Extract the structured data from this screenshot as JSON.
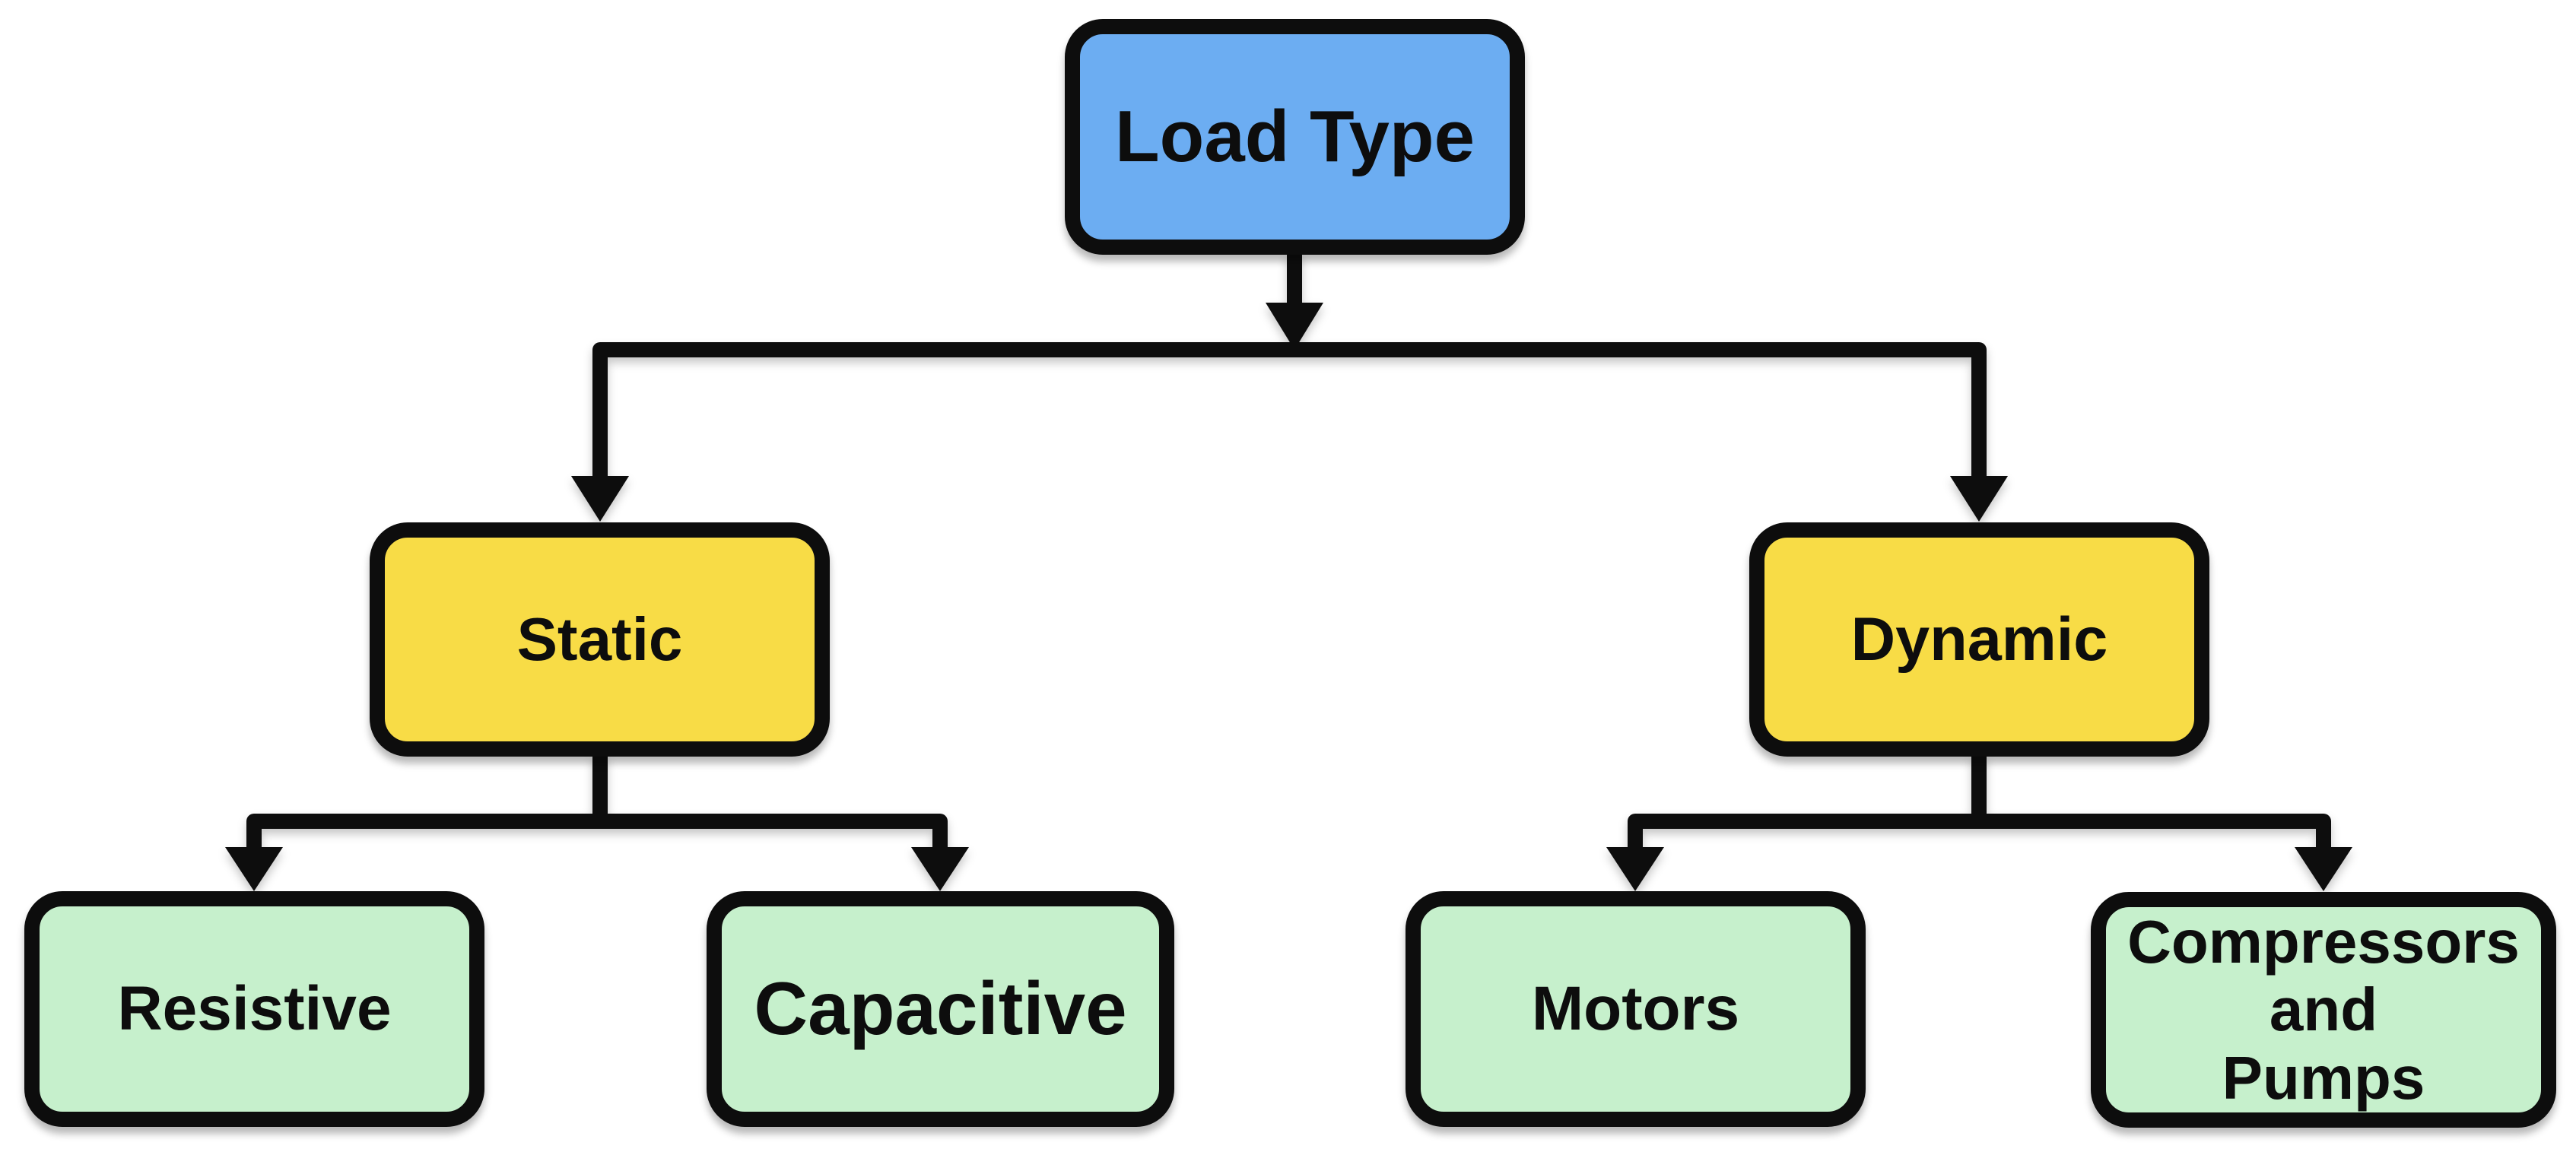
{
  "diagram": {
    "title": "Load Type",
    "type": "flowchart-tree",
    "colors": {
      "background": "#ffffff",
      "root_fill": "#6cadf2",
      "branch_fill": "#f8dc46",
      "leaf_fill": "#c6f0cc",
      "line": "#0d0d0d",
      "text": "#0d0d0d"
    },
    "nodes": {
      "load_type": {
        "label": "Load Type",
        "level": "root"
      },
      "static": {
        "label": "Static",
        "level": "branch"
      },
      "dynamic": {
        "label": "Dynamic",
        "level": "branch"
      },
      "resistive": {
        "label": "Resistive",
        "level": "leaf"
      },
      "capacitive": {
        "label": "Capacitive",
        "level": "leaf"
      },
      "motors": {
        "label": "Motors",
        "level": "leaf"
      },
      "compressors_and_pumps": {
        "label": "Compressors\nand\nPumps",
        "level": "leaf"
      }
    },
    "edges": [
      {
        "from": "load_type",
        "to": "static"
      },
      {
        "from": "load_type",
        "to": "dynamic"
      },
      {
        "from": "static",
        "to": "resistive"
      },
      {
        "from": "static",
        "to": "capacitive"
      },
      {
        "from": "dynamic",
        "to": "motors"
      },
      {
        "from": "dynamic",
        "to": "compressors_and_pumps"
      }
    ]
  }
}
